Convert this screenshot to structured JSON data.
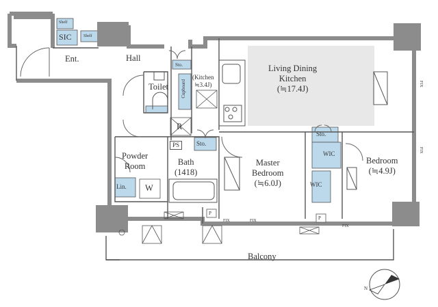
{
  "rooms": {
    "living_dining_kitchen": {
      "line1": "Living Dining",
      "line2": "Kitchen",
      "area": "(≒17.4J)"
    },
    "master_bedroom": {
      "line1": "Master",
      "line2": "Bedroom",
      "area": "(≒6.0J)"
    },
    "bedroom": {
      "line1": "Bedroom",
      "area": "(≒4.9J)"
    },
    "hall": "Hall",
    "entrance": "Ent.",
    "toilet": "Toilet",
    "powder_room": {
      "line1": "Powder",
      "line2": "Room"
    },
    "bath": {
      "line1": "Bath",
      "line2": "(1418)"
    },
    "balcony": "Balcony",
    "kitchen": {
      "line1": "(Kitchen",
      "line2": "≒3.4J)"
    }
  },
  "storage": {
    "sic": "SIC",
    "shelf": "Shelf",
    "sto": "Sto.",
    "cupboard": "Cupboard",
    "wic": "WIC",
    "linen": "Lin.",
    "refrigerator": "R",
    "pipe_space": "PS",
    "washer": "W",
    "pipe": "P"
  },
  "window_marks": {
    "fix": "FIX"
  },
  "compass": {
    "north": "N"
  },
  "colors": {
    "wall": "#8c8c8c",
    "storage": "#bcd9ec",
    "living_area": "#e8e8e8",
    "line": "#555555"
  }
}
